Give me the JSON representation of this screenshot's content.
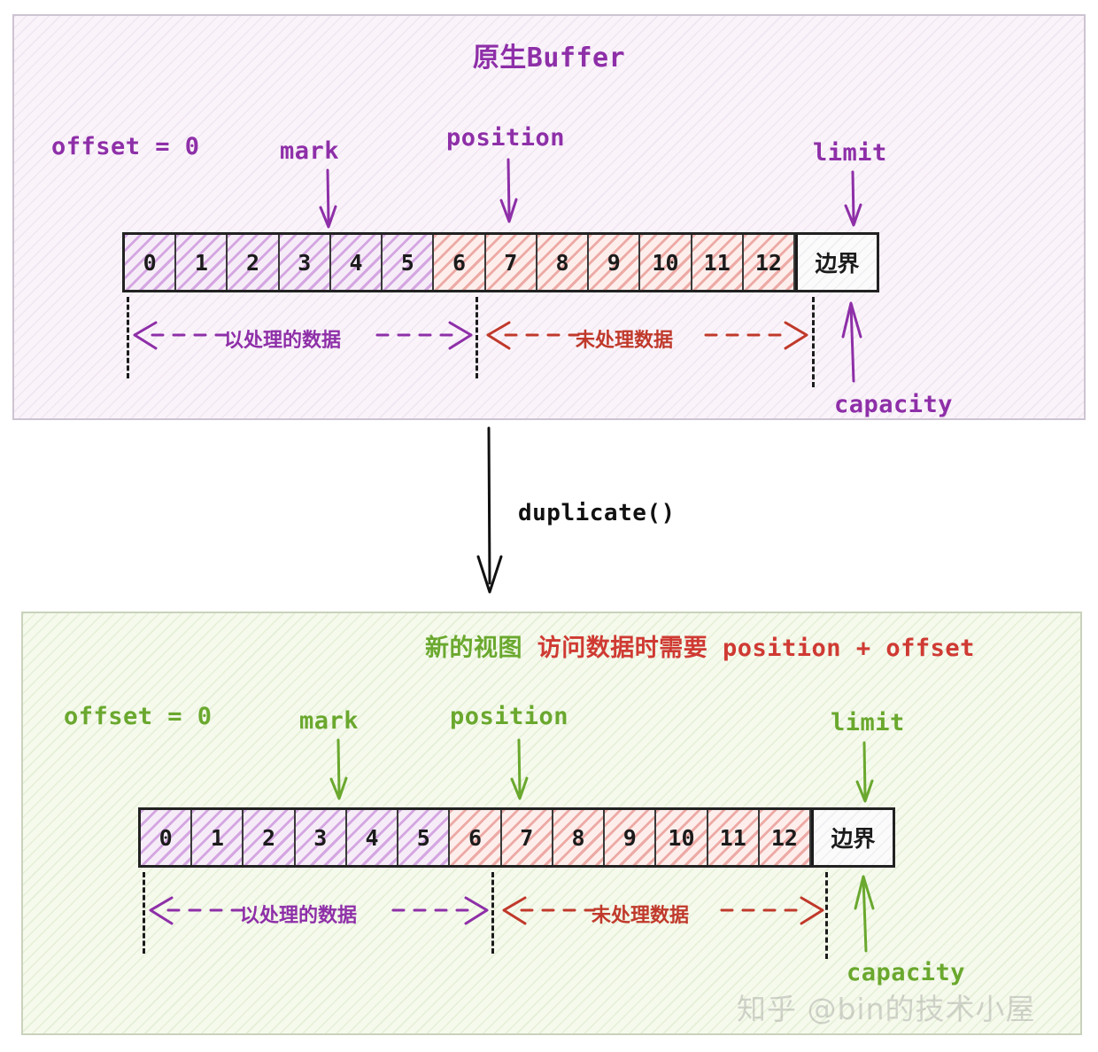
{
  "diagram": {
    "title_top": "原生Buffer",
    "transform_label": "duplicate()",
    "watermark": "知乎 @bin的技术小屋",
    "colors": {
      "purple": "#8e2fa8",
      "green": "#6aa82e",
      "red": "#cf3a33",
      "ink": "#1b1b1b",
      "panel_purple_bg": "#faf4fa",
      "panel_green_bg": "#f5faec"
    }
  },
  "top_panel": {
    "name": "原生Buffer",
    "title": "原生Buffer",
    "pointers": {
      "offset": "offset = 0",
      "mark": "mark",
      "position": "position",
      "limit": "limit",
      "capacity": "capacity"
    },
    "cells": [
      {
        "label": "0",
        "state": "processed"
      },
      {
        "label": "1",
        "state": "processed"
      },
      {
        "label": "2",
        "state": "processed"
      },
      {
        "label": "3",
        "state": "processed"
      },
      {
        "label": "4",
        "state": "processed"
      },
      {
        "label": "5",
        "state": "processed"
      },
      {
        "label": "6",
        "state": "unprocessed"
      },
      {
        "label": "7",
        "state": "unprocessed"
      },
      {
        "label": "8",
        "state": "unprocessed"
      },
      {
        "label": "9",
        "state": "unprocessed"
      },
      {
        "label": "10",
        "state": "unprocessed"
      },
      {
        "label": "11",
        "state": "unprocessed"
      },
      {
        "label": "12",
        "state": "unprocessed"
      },
      {
        "label": "边界",
        "state": "boundary"
      }
    ],
    "spans": {
      "processed": "以处理的数据",
      "unprocessed": "未处理数据"
    }
  },
  "bottom_panel": {
    "name": "新的视图",
    "title_cn": "新的视图",
    "title_note": "访问数据时需要 position + offset",
    "pointers": {
      "offset": "offset = 0",
      "mark": "mark",
      "position": "position",
      "limit": "limit",
      "capacity": "capacity"
    },
    "cells": [
      {
        "label": "0",
        "state": "processed"
      },
      {
        "label": "1",
        "state": "processed"
      },
      {
        "label": "2",
        "state": "processed"
      },
      {
        "label": "3",
        "state": "processed"
      },
      {
        "label": "4",
        "state": "processed"
      },
      {
        "label": "5",
        "state": "processed"
      },
      {
        "label": "6",
        "state": "unprocessed"
      },
      {
        "label": "7",
        "state": "unprocessed"
      },
      {
        "label": "8",
        "state": "unprocessed"
      },
      {
        "label": "9",
        "state": "unprocessed"
      },
      {
        "label": "10",
        "state": "unprocessed"
      },
      {
        "label": "11",
        "state": "unprocessed"
      },
      {
        "label": "12",
        "state": "unprocessed"
      },
      {
        "label": "边界",
        "state": "boundary"
      }
    ],
    "spans": {
      "processed": "以处理的数据",
      "unprocessed": "未处理数据"
    }
  }
}
